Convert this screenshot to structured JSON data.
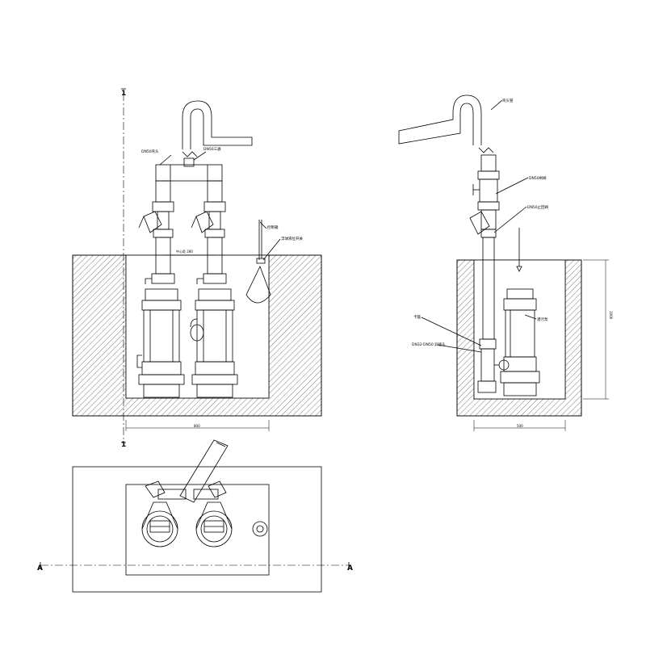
{
  "labels": {
    "dn50_elbow": "DN50弯头",
    "dn50_tee": "DN50三通",
    "control_box": "控制箱",
    "float_switch": "浮球液位开关",
    "spacing_dim": "中心距 280",
    "pit_width_dim": "800",
    "elbow_pipe": "弯头管",
    "dn50_valve": "DN50闸阀",
    "dn50_check": "DN50止回阀",
    "clamp": "卡箍",
    "reducer": "DN32-DN50\n异径头",
    "pump": "潜污泵",
    "side_height_dim": "1000",
    "side_width_dim": "500",
    "marker_1": "1",
    "marker_1b": "1",
    "marker_a": "A",
    "marker_ab": "A"
  },
  "colors": {
    "line": "#000000",
    "hatch": "#000000",
    "background": "#ffffff"
  }
}
